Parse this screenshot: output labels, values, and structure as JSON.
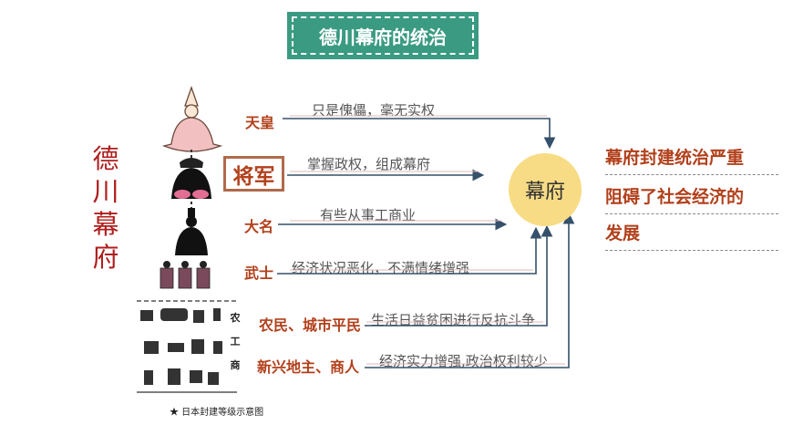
{
  "title": "德川幕府的统治",
  "vertical_title": [
    "德",
    "川",
    "幕",
    "府"
  ],
  "ranks": {
    "emperor": "天皇",
    "shogun": "将军",
    "daimyo": "大名",
    "samurai": "武士",
    "peasants": "农民、城市平民",
    "merchants": "新兴地主、商人"
  },
  "descriptions": {
    "emperor": "只是傀儡，毫无实权",
    "shogun": "掌握政权，组成幕府",
    "daimyo": "有些从事工商业",
    "samurai": "经济状况恶化，不满情绪增强",
    "peasants": "生活日益贫困进行反抗斗争",
    "merchants": "经济实力增强,政治权利较少"
  },
  "center": "幕府",
  "conclusion": [
    "幕府封建统治严重",
    "阻碍了社会经济的",
    "发展"
  ],
  "pyramid_labels": [
    "农",
    "工",
    "商"
  ],
  "caption": "★ 日本封建等级示意图",
  "colors": {
    "accent": "#b2401b",
    "title_bg": "#3a9a82",
    "circle": "#f7dc85",
    "arrow": "#34506a"
  }
}
